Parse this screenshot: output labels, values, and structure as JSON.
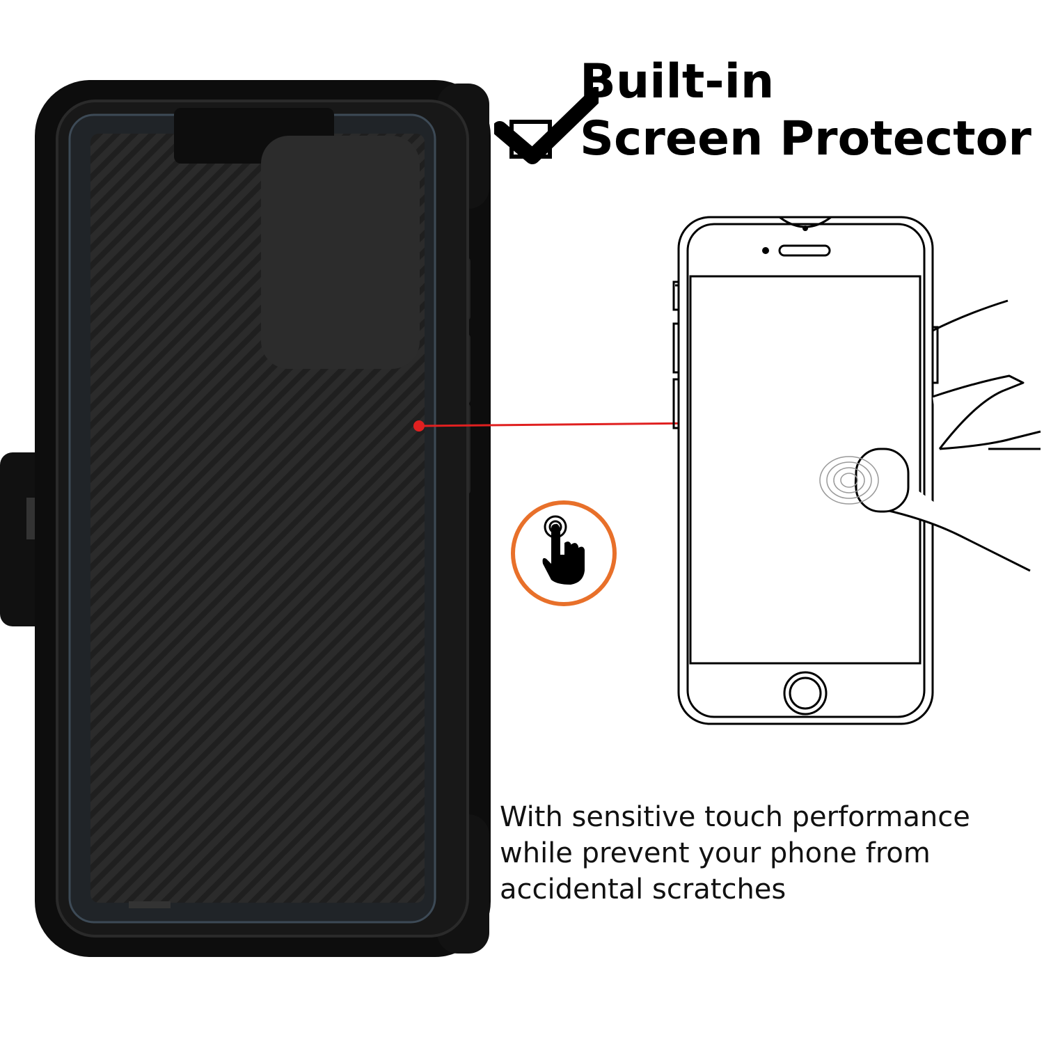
{
  "heading": {
    "line1": "Built-in",
    "line2": "Screen Protector"
  },
  "caption": {
    "line1": "With sensitive touch performance",
    "line2": "while prevent your phone from",
    "line3": "accidental scratches"
  },
  "icons": {
    "check": "checkmark-icon",
    "touch": "touch-finger-icon",
    "phone": "phone-outline-illustration",
    "hand": "hand-illustration"
  },
  "colors": {
    "case": "#1a1a1a",
    "accent_orange": "#e8702a",
    "connector_red": "#e02020"
  }
}
